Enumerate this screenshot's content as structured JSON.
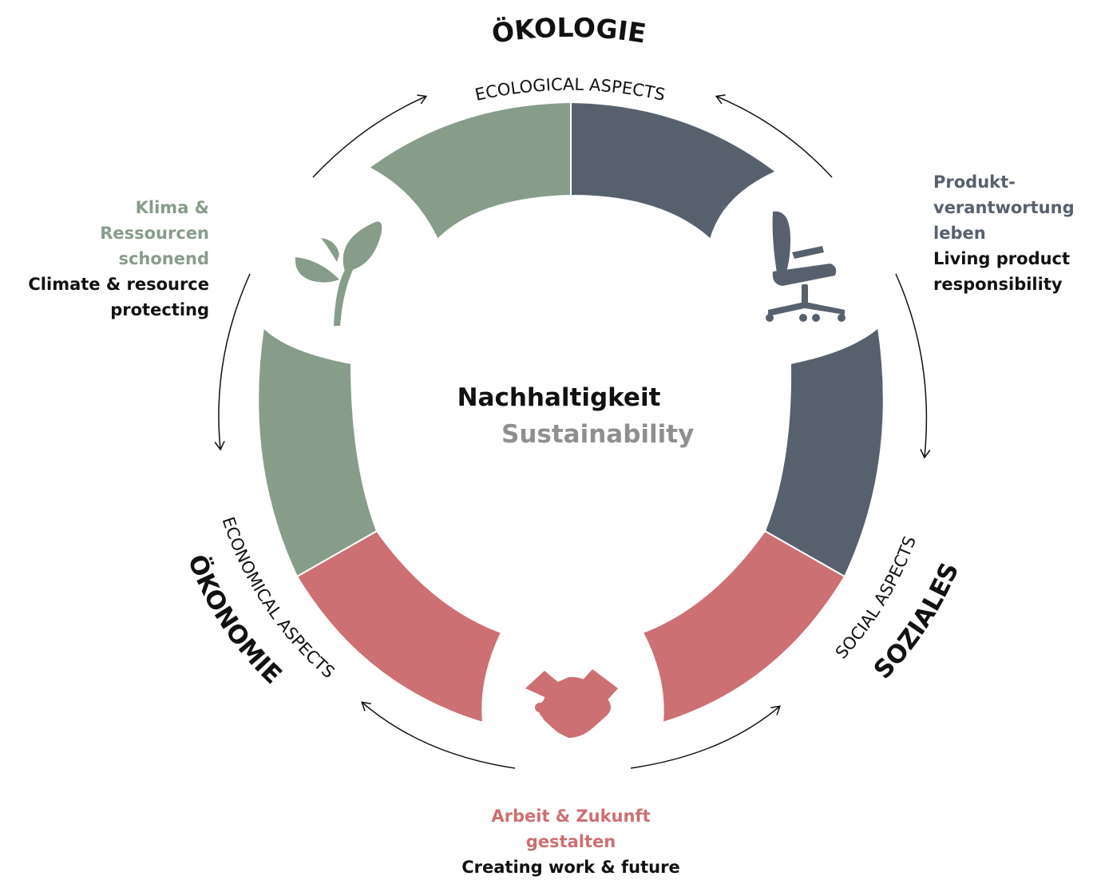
{
  "colors": {
    "ecology_green": "#879d8a",
    "social_slate": "#57616e",
    "economy_red": "#cc7074",
    "center_subtitle": "#8f8f8f",
    "text_dark": "#111111"
  },
  "center": {
    "title": "Nachhaltigkeit",
    "subtitle": "Sustainability"
  },
  "pillars": {
    "ecology": {
      "title": "ÖKOLOGIE",
      "subtitle": "ECOLOGICAL ASPECTS"
    },
    "economy": {
      "title": "ÖKONOMIE",
      "subtitle": "ECONOMICAL ASPECTS"
    },
    "social": {
      "title": "SOZIALES",
      "subtitle": "SOCIAL ASPECTS"
    }
  },
  "nodes": {
    "climate": {
      "icon": "plant-sprout-icon",
      "de_lines": [
        "Klima &",
        "Ressourcen",
        "schonend"
      ],
      "en_lines": [
        "Climate & resource",
        "protecting"
      ]
    },
    "product": {
      "icon": "office-chair-icon",
      "de_lines": [
        "Produkt-",
        "verantwortung",
        "leben"
      ],
      "en_lines": [
        "Living product",
        "responsibility"
      ]
    },
    "work": {
      "icon": "handshake-icon",
      "de_lines": [
        "Arbeit & Zukunft",
        "gestalten"
      ],
      "en_lines": [
        "Creating work & future"
      ]
    }
  }
}
